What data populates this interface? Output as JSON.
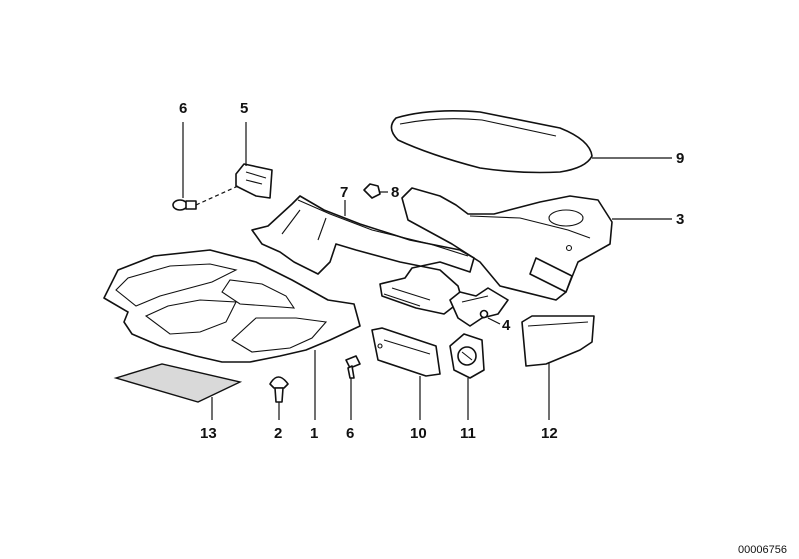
{
  "callouts": {
    "c1": "1",
    "c2": "2",
    "c3": "3",
    "c4": "4",
    "c5": "5",
    "c6a": "6",
    "c6b": "6",
    "c7": "7",
    "c8": "8",
    "c9": "9",
    "c10": "10",
    "c11": "11",
    "c12": "12",
    "c13": "13"
  },
  "reference_number": "00006756"
}
